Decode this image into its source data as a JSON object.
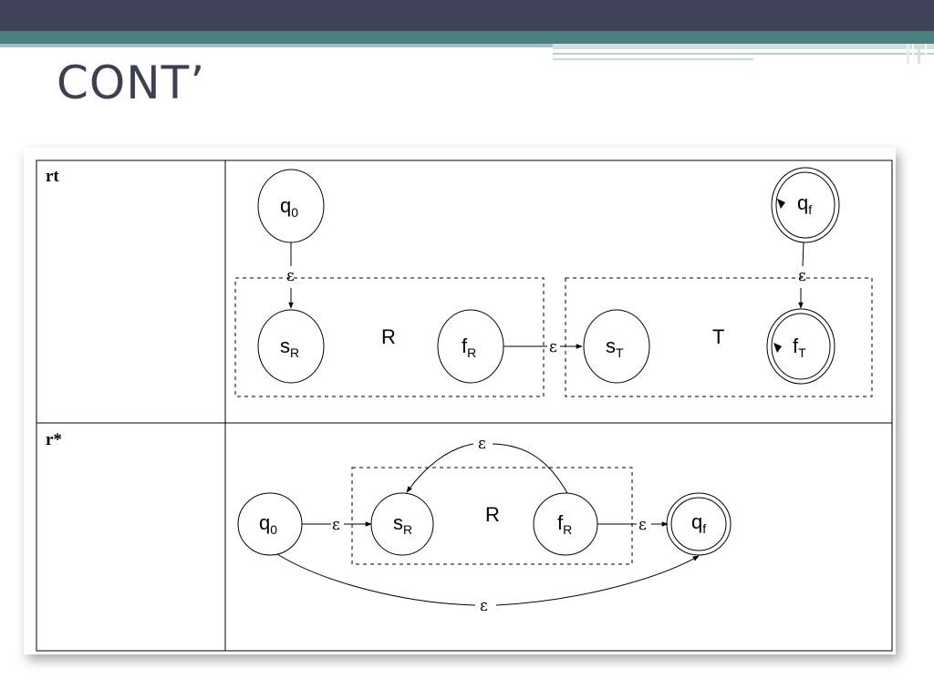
{
  "slide": {
    "title": "CONT’",
    "colors": {
      "top_bar": "#41435a",
      "teal_band": "#4b7f80",
      "title_text": "#3d4050"
    }
  },
  "table": {
    "rows": [
      {
        "label": "rt",
        "nodes": {
          "q0": {
            "main": "q",
            "sub": "0"
          },
          "sR": {
            "main": "s",
            "sub": "R"
          },
          "fR": {
            "main": "f",
            "sub": "R"
          },
          "sT": {
            "main": "s",
            "sub": "T"
          },
          "fT": {
            "main": "f",
            "sub": "T"
          },
          "qf": {
            "main": "q",
            "sub": "f"
          }
        },
        "boxes": {
          "left": "R",
          "right": "T"
        },
        "epsilon": "ε"
      },
      {
        "label": "r*",
        "nodes": {
          "q0": {
            "main": "q",
            "sub": "0"
          },
          "sR": {
            "main": "s",
            "sub": "R"
          },
          "fR": {
            "main": "f",
            "sub": "R"
          },
          "qf": {
            "main": "q",
            "sub": "f"
          }
        },
        "boxes": {
          "center": "R"
        },
        "epsilon": "ε"
      }
    ]
  }
}
